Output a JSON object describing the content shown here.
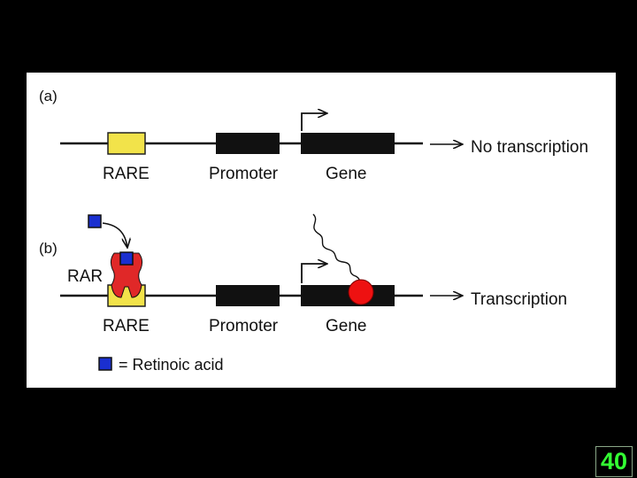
{
  "colors": {
    "background": "#000000",
    "panel": "#ffffff",
    "rare_box": "#f2e34a",
    "dna_block": "#111111",
    "retinoic_acid": "#1a2fd0",
    "rar_receptor": "#e02828",
    "polymerase": "#ee1111",
    "slide_number": "#33ff33"
  },
  "panel_a": {
    "label": "(a)",
    "rare_label": "RARE",
    "promoter_label": "Promoter",
    "gene_label": "Gene",
    "result_label": "No transcription"
  },
  "panel_b": {
    "label": "(b)",
    "rar_label": "RAR",
    "rare_label": "RARE",
    "promoter_label": "Promoter",
    "gene_label": "Gene",
    "result_label": "Transcription"
  },
  "legend": {
    "text": "= Retinoic acid",
    "icon": "blue-square"
  },
  "slide_number": "40"
}
